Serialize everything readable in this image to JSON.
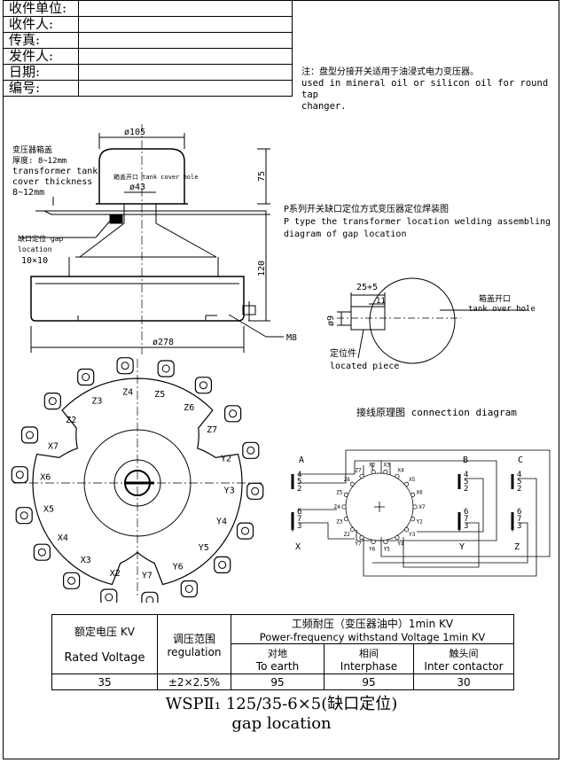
{
  "info": {
    "rows": [
      {
        "label": "收件单位:",
        "value": ""
      },
      {
        "label": "收件人:",
        "value": ""
      },
      {
        "label": "传真:",
        "value": ""
      },
      {
        "label": "发件人:",
        "value": ""
      },
      {
        "label": "日期:",
        "value": ""
      },
      {
        "label": "编号:",
        "value": ""
      }
    ]
  },
  "note": {
    "cn": "注：盘型分接开关适用于油浸式电力变压器。",
    "en1": "used in mineral oil or silicon oil for round tap",
    "en2": "changer."
  },
  "assembly": {
    "dim_top": "ø105",
    "dim_75": "75",
    "dim_43": "ø43",
    "hole_label": "箱盖开口 tank cover hole",
    "tank_cn": "变压器箱盖",
    "thick_cn": "厚度: 8~12mm",
    "tank_en1": "transformer tank",
    "tank_en2": "cover thickness",
    "tank_en3": "8~12mm",
    "gap_cn": "缺口定位 gap",
    "gap_en": "location",
    "gap_size": "10×10",
    "dim_120": "120",
    "dim_278": "ø278",
    "m8": "M8"
  },
  "weld": {
    "title_cn": "P系列开关缺口定位方式变压器定位焊装图",
    "title_en1": "P type the transformer location welding assembling",
    "title_en2": "diagram of gap location",
    "dim_25": "25+5",
    "dim_11": "11",
    "dim_9": "ø9",
    "hole_cn": "箱盖开口",
    "hole_en": "tank over hole",
    "piece_cn": "定位件",
    "piece_en": "located piece"
  },
  "dial": {
    "terminals": [
      "Z2",
      "Z3",
      "Z4",
      "Z5",
      "Z6",
      "Z7",
      "X2",
      "X3",
      "X4",
      "X5",
      "X6",
      "X7",
      "Y2",
      "Y3",
      "Y4",
      "Y5",
      "Y6",
      "Y7"
    ]
  },
  "connection": {
    "title": "接线原理图 connection diagram",
    "phases": [
      "A",
      "B",
      "C"
    ],
    "bottoms": [
      "X",
      "Y",
      "Z"
    ],
    "taps": [
      "2",
      "3",
      "4",
      "5",
      "6",
      "7"
    ],
    "inner": [
      "X2",
      "X3",
      "X4",
      "X5",
      "X6",
      "X7",
      "Y2",
      "Y3",
      "Y4",
      "Y5",
      "Y6",
      "Y7",
      "Z2",
      "Z3",
      "Z4",
      "Z5",
      "Z6",
      "Z7"
    ]
  },
  "spec": {
    "col1_cn": "额定电压 KV",
    "col1_en": "Rated Voltage",
    "col2_cn": "调压范围",
    "col2_en": "regulation",
    "col3_cn": "工频耐压（变压器油中）1min KV",
    "col3_en": "Power-frequency withstand Voltage 1min KV",
    "sub1_cn": "对地",
    "sub1_en": "To earth",
    "sub2_cn": "相间",
    "sub2_en": "Interphase",
    "sub3_cn": "触头间",
    "sub3_en": "Inter contactor",
    "v1": "35",
    "v2": "±2×2.5%",
    "v3": "95",
    "v4": "95",
    "v5": "30"
  },
  "model": {
    "name": "WSPⅡ₁ 125/35-6×5(缺口定位)",
    "sub": "gap location"
  }
}
